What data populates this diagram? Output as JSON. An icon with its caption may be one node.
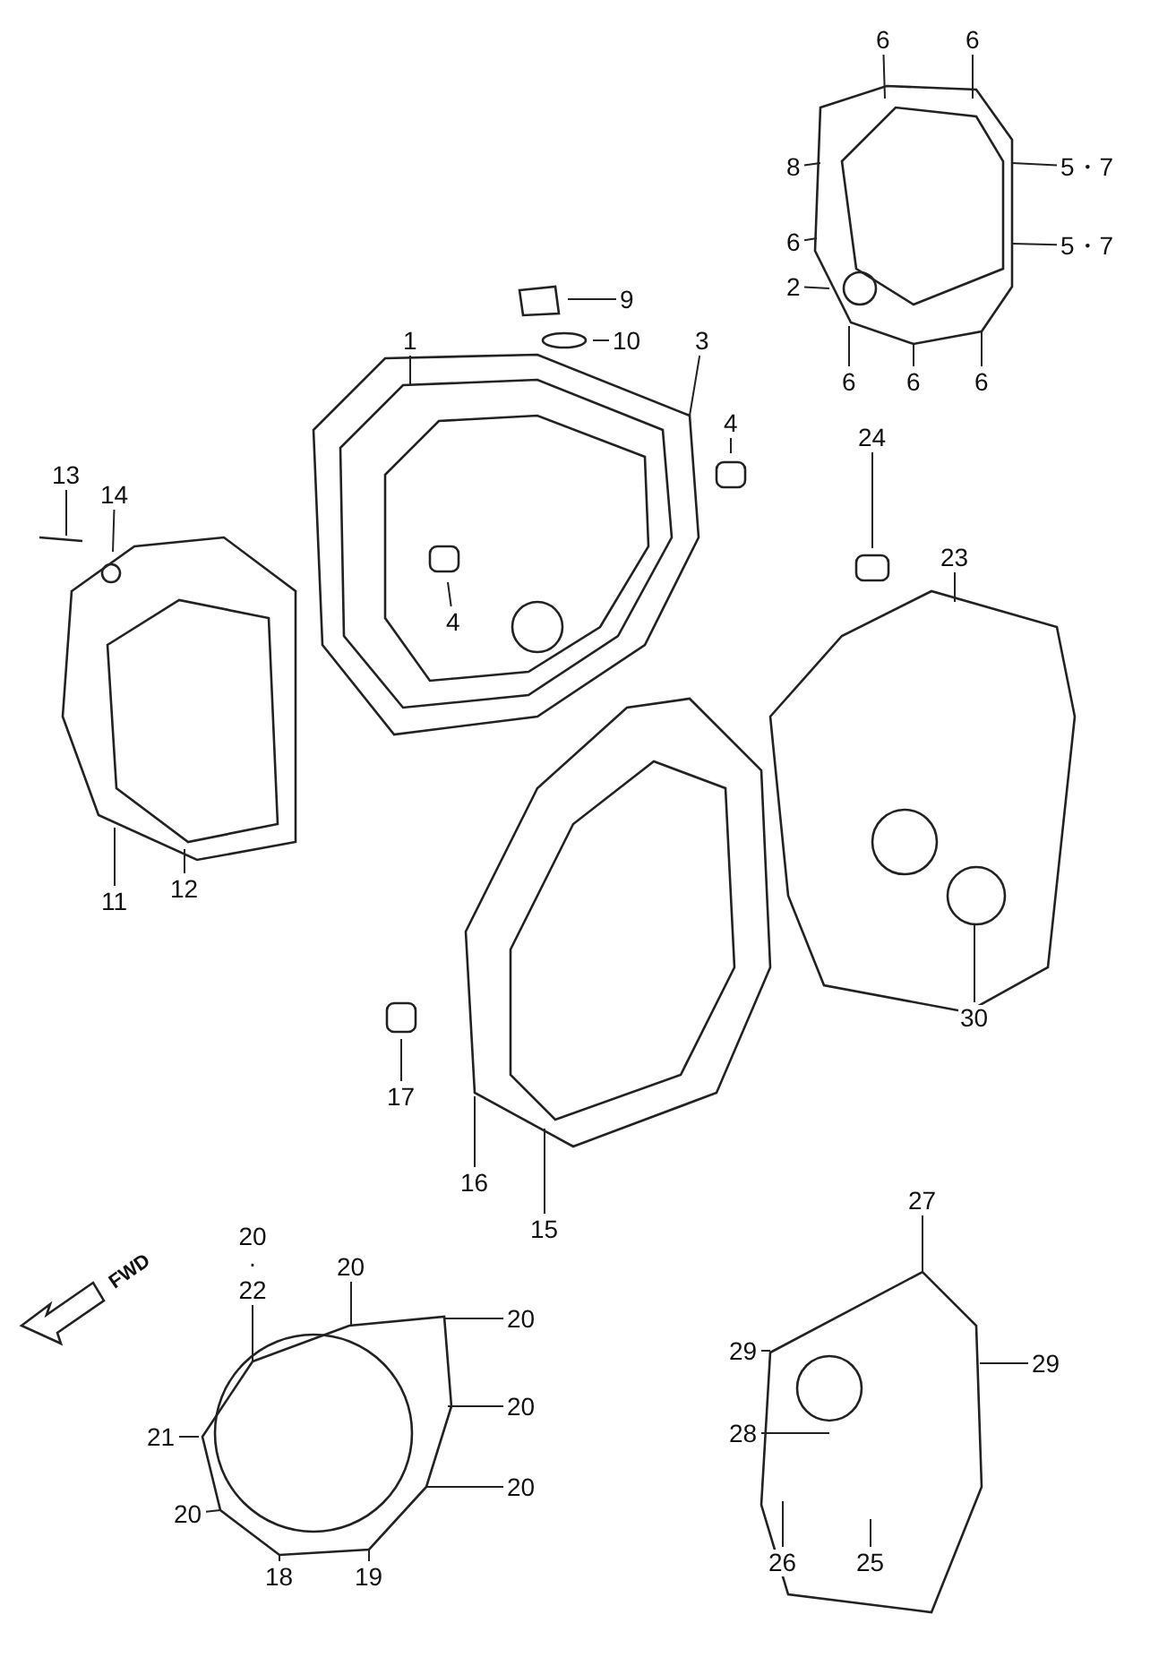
{
  "diagram": {
    "nodes": [
      {
        "text": [
          "6"
        ]
      },
      {
        "text": [
          "6"
        ]
      },
      {
        "text": [
          "8"
        ]
      },
      {
        "text": [
          "5・7"
        ]
      },
      {
        "text": [
          "6"
        ]
      },
      {
        "text": [
          "5・7"
        ]
      },
      {
        "text": [
          "2"
        ]
      },
      {
        "text": [
          "9"
        ]
      },
      {
        "text": [
          "10"
        ]
      },
      {
        "text": [
          "1"
        ]
      },
      {
        "text": [
          "3"
        ]
      },
      {
        "text": [
          "6"
        ]
      },
      {
        "text": [
          "6"
        ]
      },
      {
        "text": [
          "6"
        ]
      },
      {
        "text": [
          "4"
        ]
      },
      {
        "text": [
          "13"
        ]
      },
      {
        "text": [
          "14"
        ]
      },
      {
        "text": [
          "24"
        ]
      },
      {
        "text": [
          "23"
        ]
      },
      {
        "text": [
          "4"
        ]
      },
      {
        "text": [
          "11"
        ]
      },
      {
        "text": [
          "12"
        ]
      },
      {
        "text": [
          "30"
        ]
      },
      {
        "text": [
          "17"
        ]
      },
      {
        "text": [
          "16"
        ]
      },
      {
        "text": [
          "15"
        ]
      },
      {
        "text": [
          "27"
        ]
      },
      {
        "text": [
          "20 · 22"
        ]
      },
      {
        "text": [
          "20"
        ]
      },
      {
        "text": [
          "20"
        ]
      },
      {
        "text": [
          "20"
        ]
      },
      {
        "text": [
          "20"
        ]
      },
      {
        "text": [
          "21"
        ]
      },
      {
        "text": [
          "20"
        ]
      },
      {
        "text": [
          "18"
        ]
      },
      {
        "text": [
          "19"
        ]
      },
      {
        "text": [
          "29"
        ]
      },
      {
        "text": [
          "29"
        ]
      },
      {
        "text": [
          "28"
        ]
      },
      {
        "text": [
          "26"
        ]
      },
      {
        "text": [
          "25"
        ]
      }
    ],
    "edges": [
      {
        "from": 0,
        "to": null,
        "arrow": "none"
      },
      {
        "from": 1,
        "to": null,
        "arrow": "none"
      },
      {
        "from": 2,
        "to": null,
        "arrow": "none"
      },
      {
        "from": 3,
        "to": null,
        "arrow": "none"
      },
      {
        "from": 4,
        "to": null,
        "arrow": "none"
      },
      {
        "from": 5,
        "to": null,
        "arrow": "none"
      },
      {
        "from": 6,
        "to": null,
        "arrow": "none"
      },
      {
        "from": 7,
        "to": null,
        "arrow": "none"
      },
      {
        "from": 8,
        "to": null,
        "arrow": "none"
      },
      {
        "from": 9,
        "to": null,
        "arrow": "none"
      },
      {
        "from": 10,
        "to": null,
        "arrow": "none"
      },
      {
        "from": 11,
        "to": null,
        "arrow": "none"
      },
      {
        "from": 12,
        "to": null,
        "arrow": "none"
      },
      {
        "from": 13,
        "to": null,
        "arrow": "none"
      },
      {
        "from": 14,
        "to": null,
        "arrow": "none"
      },
      {
        "from": 15,
        "to": null,
        "arrow": "none"
      },
      {
        "from": 16,
        "to": null,
        "arrow": "none"
      },
      {
        "from": 17,
        "to": null,
        "arrow": "none"
      },
      {
        "from": 18,
        "to": null,
        "arrow": "none"
      },
      {
        "from": 19,
        "to": null,
        "arrow": "none"
      },
      {
        "from": 20,
        "to": null,
        "arrow": "none"
      },
      {
        "from": 21,
        "to": null,
        "arrow": "none"
      },
      {
        "from": 22,
        "to": null,
        "arrow": "none"
      },
      {
        "from": 23,
        "to": null,
        "arrow": "none"
      },
      {
        "from": 24,
        "to": null,
        "arrow": "none"
      },
      {
        "from": 25,
        "to": null,
        "arrow": "none"
      },
      {
        "from": 26,
        "to": null,
        "arrow": "none"
      },
      {
        "from": 27,
        "to": null,
        "arrow": "none"
      },
      {
        "from": 28,
        "to": null,
        "arrow": "none"
      },
      {
        "from": 29,
        "to": null,
        "arrow": "none"
      },
      {
        "from": 30,
        "to": null,
        "arrow": "none"
      },
      {
        "from": 31,
        "to": null,
        "arrow": "none"
      },
      {
        "from": 32,
        "to": null,
        "arrow": "none"
      },
      {
        "from": 33,
        "to": null,
        "arrow": "none"
      },
      {
        "from": 34,
        "to": null,
        "arrow": "none"
      },
      {
        "from": 35,
        "to": null,
        "arrow": "none"
      },
      {
        "from": 36,
        "to": null,
        "arrow": "none"
      },
      {
        "from": 37,
        "to": null,
        "arrow": "none"
      },
      {
        "from": 38,
        "to": null,
        "arrow": "none"
      },
      {
        "from": 39,
        "to": null,
        "arrow": "none"
      },
      {
        "from": 40,
        "to": null,
        "arrow": "none"
      }
    ],
    "labels": [
      "FWD"
    ]
  }
}
